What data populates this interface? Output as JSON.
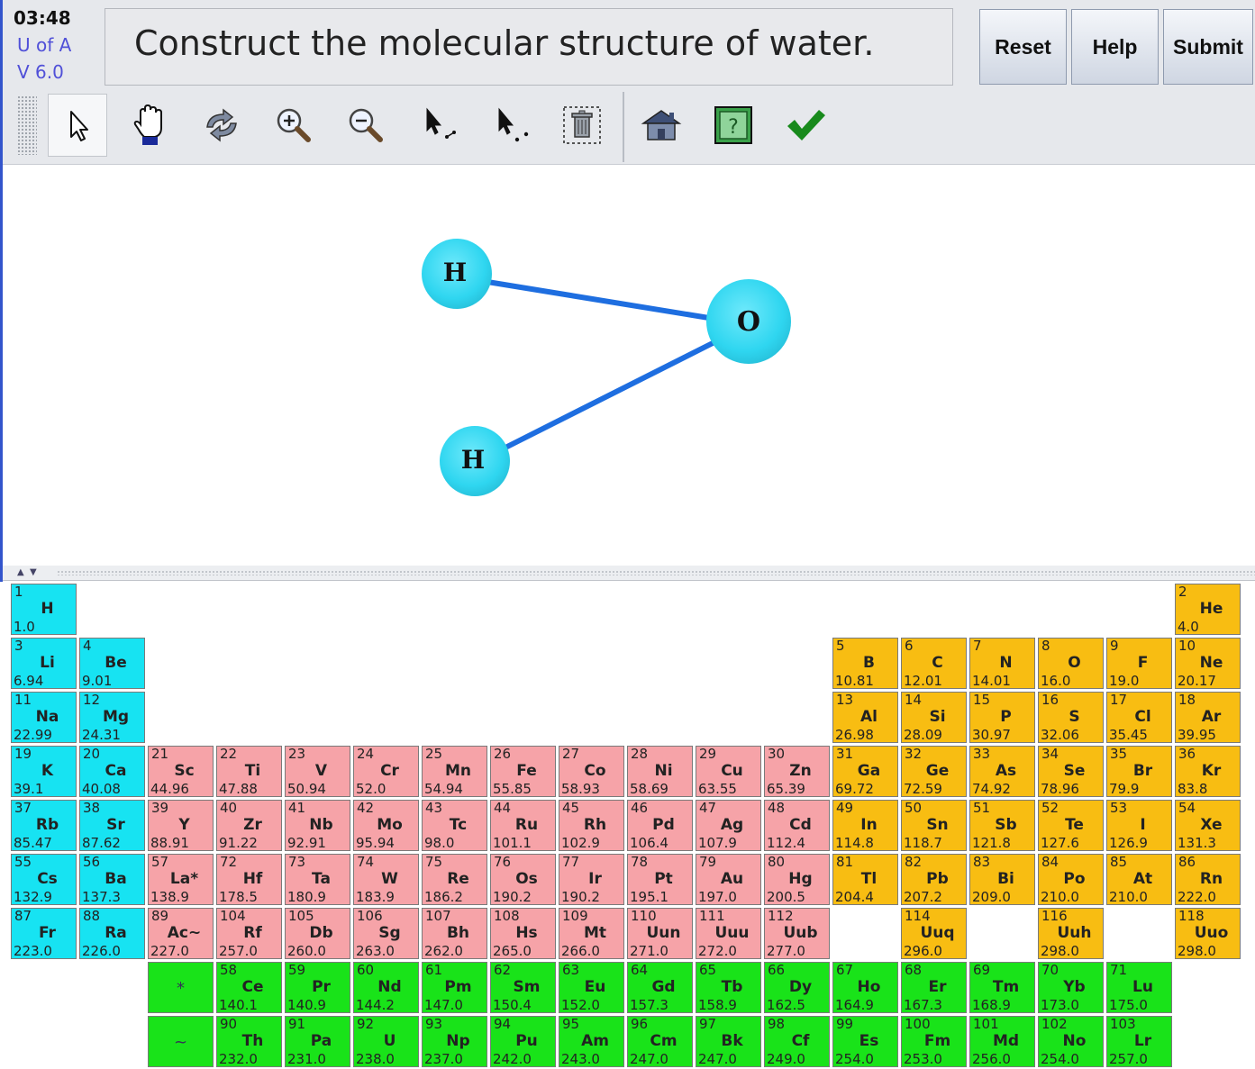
{
  "header": {
    "timer": "03:48",
    "org": "U of A",
    "version": "V 6.0",
    "title": "Construct the molecular structure of water.",
    "buttons": {
      "reset": "Reset",
      "help": "Help",
      "submit": "Submit"
    }
  },
  "toolbar": {
    "tools": [
      "select-arrow-icon",
      "hand-icon",
      "rotate-icon",
      "zoom-in-icon",
      "zoom-out-icon",
      "select-bond-icon",
      "select-atom-icon",
      "delete-icon",
      "home-icon",
      "hint-icon",
      "check-icon"
    ],
    "selected": "select-arrow-icon"
  },
  "molecule": {
    "atoms": [
      {
        "id": "h1",
        "element": "H"
      },
      {
        "id": "o",
        "element": "O"
      },
      {
        "id": "h2",
        "element": "H"
      }
    ],
    "bonds": [
      [
        "h1",
        "o"
      ],
      [
        "h2",
        "o"
      ]
    ]
  },
  "colors": {
    "main_group_s": "#17e3f2",
    "transition": "#f6a3a8",
    "main_group_p": "#f8bd12",
    "f_block": "#19e319",
    "atom": "#2fd6f0",
    "bond": "#1e6ee0"
  },
  "periodic_table": {
    "elements": [
      {
        "n": "1",
        "s": "H",
        "m": "1.0",
        "r": 1,
        "c": 1,
        "t": "blue"
      },
      {
        "n": "2",
        "s": "He",
        "m": "4.0",
        "r": 1,
        "c": 18,
        "t": "orange"
      },
      {
        "n": "3",
        "s": "Li",
        "m": "6.94",
        "r": 2,
        "c": 1,
        "t": "blue"
      },
      {
        "n": "4",
        "s": "Be",
        "m": "9.01",
        "r": 2,
        "c": 2,
        "t": "blue"
      },
      {
        "n": "5",
        "s": "B",
        "m": "10.81",
        "r": 2,
        "c": 13,
        "t": "orange"
      },
      {
        "n": "6",
        "s": "C",
        "m": "12.01",
        "r": 2,
        "c": 14,
        "t": "orange"
      },
      {
        "n": "7",
        "s": "N",
        "m": "14.01",
        "r": 2,
        "c": 15,
        "t": "orange"
      },
      {
        "n": "8",
        "s": "O",
        "m": "16.0",
        "r": 2,
        "c": 16,
        "t": "orange"
      },
      {
        "n": "9",
        "s": "F",
        "m": "19.0",
        "r": 2,
        "c": 17,
        "t": "orange"
      },
      {
        "n": "10",
        "s": "Ne",
        "m": "20.17",
        "r": 2,
        "c": 18,
        "t": "orange"
      },
      {
        "n": "11",
        "s": "Na",
        "m": "22.99",
        "r": 3,
        "c": 1,
        "t": "blue"
      },
      {
        "n": "12",
        "s": "Mg",
        "m": "24.31",
        "r": 3,
        "c": 2,
        "t": "blue"
      },
      {
        "n": "13",
        "s": "Al",
        "m": "26.98",
        "r": 3,
        "c": 13,
        "t": "orange"
      },
      {
        "n": "14",
        "s": "Si",
        "m": "28.09",
        "r": 3,
        "c": 14,
        "t": "orange"
      },
      {
        "n": "15",
        "s": "P",
        "m": "30.97",
        "r": 3,
        "c": 15,
        "t": "orange"
      },
      {
        "n": "16",
        "s": "S",
        "m": "32.06",
        "r": 3,
        "c": 16,
        "t": "orange"
      },
      {
        "n": "17",
        "s": "Cl",
        "m": "35.45",
        "r": 3,
        "c": 17,
        "t": "orange"
      },
      {
        "n": "18",
        "s": "Ar",
        "m": "39.95",
        "r": 3,
        "c": 18,
        "t": "orange"
      },
      {
        "n": "19",
        "s": "K",
        "m": "39.1",
        "r": 4,
        "c": 1,
        "t": "blue"
      },
      {
        "n": "20",
        "s": "Ca",
        "m": "40.08",
        "r": 4,
        "c": 2,
        "t": "blue"
      },
      {
        "n": "21",
        "s": "Sc",
        "m": "44.96",
        "r": 4,
        "c": 3,
        "t": "pink"
      },
      {
        "n": "22",
        "s": "Ti",
        "m": "47.88",
        "r": 4,
        "c": 4,
        "t": "pink"
      },
      {
        "n": "23",
        "s": "V",
        "m": "50.94",
        "r": 4,
        "c": 5,
        "t": "pink"
      },
      {
        "n": "24",
        "s": "Cr",
        "m": "52.0",
        "r": 4,
        "c": 6,
        "t": "pink"
      },
      {
        "n": "25",
        "s": "Mn",
        "m": "54.94",
        "r": 4,
        "c": 7,
        "t": "pink"
      },
      {
        "n": "26",
        "s": "Fe",
        "m": "55.85",
        "r": 4,
        "c": 8,
        "t": "pink"
      },
      {
        "n": "27",
        "s": "Co",
        "m": "58.93",
        "r": 4,
        "c": 9,
        "t": "pink"
      },
      {
        "n": "28",
        "s": "Ni",
        "m": "58.69",
        "r": 4,
        "c": 10,
        "t": "pink"
      },
      {
        "n": "29",
        "s": "Cu",
        "m": "63.55",
        "r": 4,
        "c": 11,
        "t": "pink"
      },
      {
        "n": "30",
        "s": "Zn",
        "m": "65.39",
        "r": 4,
        "c": 12,
        "t": "pink"
      },
      {
        "n": "31",
        "s": "Ga",
        "m": "69.72",
        "r": 4,
        "c": 13,
        "t": "orange"
      },
      {
        "n": "32",
        "s": "Ge",
        "m": "72.59",
        "r": 4,
        "c": 14,
        "t": "orange"
      },
      {
        "n": "33",
        "s": "As",
        "m": "74.92",
        "r": 4,
        "c": 15,
        "t": "orange"
      },
      {
        "n": "34",
        "s": "Se",
        "m": "78.96",
        "r": 4,
        "c": 16,
        "t": "orange"
      },
      {
        "n": "35",
        "s": "Br",
        "m": "79.9",
        "r": 4,
        "c": 17,
        "t": "orange"
      },
      {
        "n": "36",
        "s": "Kr",
        "m": "83.8",
        "r": 4,
        "c": 18,
        "t": "orange"
      },
      {
        "n": "37",
        "s": "Rb",
        "m": "85.47",
        "r": 5,
        "c": 1,
        "t": "blue"
      },
      {
        "n": "38",
        "s": "Sr",
        "m": "87.62",
        "r": 5,
        "c": 2,
        "t": "blue"
      },
      {
        "n": "39",
        "s": "Y",
        "m": "88.91",
        "r": 5,
        "c": 3,
        "t": "pink"
      },
      {
        "n": "40",
        "s": "Zr",
        "m": "91.22",
        "r": 5,
        "c": 4,
        "t": "pink"
      },
      {
        "n": "41",
        "s": "Nb",
        "m": "92.91",
        "r": 5,
        "c": 5,
        "t": "pink"
      },
      {
        "n": "42",
        "s": "Mo",
        "m": "95.94",
        "r": 5,
        "c": 6,
        "t": "pink"
      },
      {
        "n": "43",
        "s": "Tc",
        "m": "98.0",
        "r": 5,
        "c": 7,
        "t": "pink"
      },
      {
        "n": "44",
        "s": "Ru",
        "m": "101.1",
        "r": 5,
        "c": 8,
        "t": "pink"
      },
      {
        "n": "45",
        "s": "Rh",
        "m": "102.9",
        "r": 5,
        "c": 9,
        "t": "pink"
      },
      {
        "n": "46",
        "s": "Pd",
        "m": "106.4",
        "r": 5,
        "c": 10,
        "t": "pink"
      },
      {
        "n": "47",
        "s": "Ag",
        "m": "107.9",
        "r": 5,
        "c": 11,
        "t": "pink"
      },
      {
        "n": "48",
        "s": "Cd",
        "m": "112.4",
        "r": 5,
        "c": 12,
        "t": "pink"
      },
      {
        "n": "49",
        "s": "In",
        "m": "114.8",
        "r": 5,
        "c": 13,
        "t": "orange"
      },
      {
        "n": "50",
        "s": "Sn",
        "m": "118.7",
        "r": 5,
        "c": 14,
        "t": "orange"
      },
      {
        "n": "51",
        "s": "Sb",
        "m": "121.8",
        "r": 5,
        "c": 15,
        "t": "orange"
      },
      {
        "n": "52",
        "s": "Te",
        "m": "127.6",
        "r": 5,
        "c": 16,
        "t": "orange"
      },
      {
        "n": "53",
        "s": "I",
        "m": "126.9",
        "r": 5,
        "c": 17,
        "t": "orange"
      },
      {
        "n": "54",
        "s": "Xe",
        "m": "131.3",
        "r": 5,
        "c": 18,
        "t": "orange"
      },
      {
        "n": "55",
        "s": "Cs",
        "m": "132.9",
        "r": 6,
        "c": 1,
        "t": "blue"
      },
      {
        "n": "56",
        "s": "Ba",
        "m": "137.3",
        "r": 6,
        "c": 2,
        "t": "blue"
      },
      {
        "n": "57",
        "s": "La*",
        "m": "138.9",
        "r": 6,
        "c": 3,
        "t": "pink"
      },
      {
        "n": "72",
        "s": "Hf",
        "m": "178.5",
        "r": 6,
        "c": 4,
        "t": "pink"
      },
      {
        "n": "73",
        "s": "Ta",
        "m": "180.9",
        "r": 6,
        "c": 5,
        "t": "pink"
      },
      {
        "n": "74",
        "s": "W",
        "m": "183.9",
        "r": 6,
        "c": 6,
        "t": "pink"
      },
      {
        "n": "75",
        "s": "Re",
        "m": "186.2",
        "r": 6,
        "c": 7,
        "t": "pink"
      },
      {
        "n": "76",
        "s": "Os",
        "m": "190.2",
        "r": 6,
        "c": 8,
        "t": "pink"
      },
      {
        "n": "77",
        "s": "Ir",
        "m": "190.2",
        "r": 6,
        "c": 9,
        "t": "pink"
      },
      {
        "n": "78",
        "s": "Pt",
        "m": "195.1",
        "r": 6,
        "c": 10,
        "t": "pink"
      },
      {
        "n": "79",
        "s": "Au",
        "m": "197.0",
        "r": 6,
        "c": 11,
        "t": "pink"
      },
      {
        "n": "80",
        "s": "Hg",
        "m": "200.5",
        "r": 6,
        "c": 12,
        "t": "pink"
      },
      {
        "n": "81",
        "s": "Tl",
        "m": "204.4",
        "r": 6,
        "c": 13,
        "t": "orange"
      },
      {
        "n": "82",
        "s": "Pb",
        "m": "207.2",
        "r": 6,
        "c": 14,
        "t": "orange"
      },
      {
        "n": "83",
        "s": "Bi",
        "m": "209.0",
        "r": 6,
        "c": 15,
        "t": "orange"
      },
      {
        "n": "84",
        "s": "Po",
        "m": "210.0",
        "r": 6,
        "c": 16,
        "t": "orange"
      },
      {
        "n": "85",
        "s": "At",
        "m": "210.0",
        "r": 6,
        "c": 17,
        "t": "orange"
      },
      {
        "n": "86",
        "s": "Rn",
        "m": "222.0",
        "r": 6,
        "c": 18,
        "t": "orange"
      },
      {
        "n": "87",
        "s": "Fr",
        "m": "223.0",
        "r": 7,
        "c": 1,
        "t": "blue"
      },
      {
        "n": "88",
        "s": "Ra",
        "m": "226.0",
        "r": 7,
        "c": 2,
        "t": "blue"
      },
      {
        "n": "89",
        "s": "Ac~",
        "m": "227.0",
        "r": 7,
        "c": 3,
        "t": "pink"
      },
      {
        "n": "104",
        "s": "Rf",
        "m": "257.0",
        "r": 7,
        "c": 4,
        "t": "pink"
      },
      {
        "n": "105",
        "s": "Db",
        "m": "260.0",
        "r": 7,
        "c": 5,
        "t": "pink"
      },
      {
        "n": "106",
        "s": "Sg",
        "m": "263.0",
        "r": 7,
        "c": 6,
        "t": "pink"
      },
      {
        "n": "107",
        "s": "Bh",
        "m": "262.0",
        "r": 7,
        "c": 7,
        "t": "pink"
      },
      {
        "n": "108",
        "s": "Hs",
        "m": "265.0",
        "r": 7,
        "c": 8,
        "t": "pink"
      },
      {
        "n": "109",
        "s": "Mt",
        "m": "266.0",
        "r": 7,
        "c": 9,
        "t": "pink"
      },
      {
        "n": "110",
        "s": "Uun",
        "m": "271.0",
        "r": 7,
        "c": 10,
        "t": "pink"
      },
      {
        "n": "111",
        "s": "Uuu",
        "m": "272.0",
        "r": 7,
        "c": 11,
        "t": "pink"
      },
      {
        "n": "112",
        "s": "Uub",
        "m": "277.0",
        "r": 7,
        "c": 12,
        "t": "pink"
      },
      {
        "n": "114",
        "s": "Uuq",
        "m": "296.0",
        "r": 7,
        "c": 14,
        "t": "orange"
      },
      {
        "n": "116",
        "s": "Uuh",
        "m": "298.0",
        "r": 7,
        "c": 16,
        "t": "orange"
      },
      {
        "n": "118",
        "s": "Uuo",
        "m": "298.0",
        "r": 7,
        "c": 18,
        "t": "orange"
      },
      {
        "n": "",
        "s": "*",
        "m": "",
        "r": 8,
        "c": 3,
        "t": "green"
      },
      {
        "n": "58",
        "s": "Ce",
        "m": "140.1",
        "r": 8,
        "c": 4,
        "t": "green"
      },
      {
        "n": "59",
        "s": "Pr",
        "m": "140.9",
        "r": 8,
        "c": 5,
        "t": "green"
      },
      {
        "n": "60",
        "s": "Nd",
        "m": "144.2",
        "r": 8,
        "c": 6,
        "t": "green"
      },
      {
        "n": "61",
        "s": "Pm",
        "m": "147.0",
        "r": 8,
        "c": 7,
        "t": "green"
      },
      {
        "n": "62",
        "s": "Sm",
        "m": "150.4",
        "r": 8,
        "c": 8,
        "t": "green"
      },
      {
        "n": "63",
        "s": "Eu",
        "m": "152.0",
        "r": 8,
        "c": 9,
        "t": "green"
      },
      {
        "n": "64",
        "s": "Gd",
        "m": "157.3",
        "r": 8,
        "c": 10,
        "t": "green"
      },
      {
        "n": "65",
        "s": "Tb",
        "m": "158.9",
        "r": 8,
        "c": 11,
        "t": "green"
      },
      {
        "n": "66",
        "s": "Dy",
        "m": "162.5",
        "r": 8,
        "c": 12,
        "t": "green"
      },
      {
        "n": "67",
        "s": "Ho",
        "m": "164.9",
        "r": 8,
        "c": 13,
        "t": "green"
      },
      {
        "n": "68",
        "s": "Er",
        "m": "167.3",
        "r": 8,
        "c": 14,
        "t": "green"
      },
      {
        "n": "69",
        "s": "Tm",
        "m": "168.9",
        "r": 8,
        "c": 15,
        "t": "green"
      },
      {
        "n": "70",
        "s": "Yb",
        "m": "173.0",
        "r": 8,
        "c": 16,
        "t": "green"
      },
      {
        "n": "71",
        "s": "Lu",
        "m": "175.0",
        "r": 8,
        "c": 17,
        "t": "green"
      },
      {
        "n": "",
        "s": "~",
        "m": "",
        "r": 9,
        "c": 3,
        "t": "green"
      },
      {
        "n": "90",
        "s": "Th",
        "m": "232.0",
        "r": 9,
        "c": 4,
        "t": "green"
      },
      {
        "n": "91",
        "s": "Pa",
        "m": "231.0",
        "r": 9,
        "c": 5,
        "t": "green"
      },
      {
        "n": "92",
        "s": "U",
        "m": "238.0",
        "r": 9,
        "c": 6,
        "t": "green"
      },
      {
        "n": "93",
        "s": "Np",
        "m": "237.0",
        "r": 9,
        "c": 7,
        "t": "green"
      },
      {
        "n": "94",
        "s": "Pu",
        "m": "242.0",
        "r": 9,
        "c": 8,
        "t": "green"
      },
      {
        "n": "95",
        "s": "Am",
        "m": "243.0",
        "r": 9,
        "c": 9,
        "t": "green"
      },
      {
        "n": "96",
        "s": "Cm",
        "m": "247.0",
        "r": 9,
        "c": 10,
        "t": "green"
      },
      {
        "n": "97",
        "s": "Bk",
        "m": "247.0",
        "r": 9,
        "c": 11,
        "t": "green"
      },
      {
        "n": "98",
        "s": "Cf",
        "m": "249.0",
        "r": 9,
        "c": 12,
        "t": "green"
      },
      {
        "n": "99",
        "s": "Es",
        "m": "254.0",
        "r": 9,
        "c": 13,
        "t": "green"
      },
      {
        "n": "100",
        "s": "Fm",
        "m": "253.0",
        "r": 9,
        "c": 14,
        "t": "green"
      },
      {
        "n": "101",
        "s": "Md",
        "m": "256.0",
        "r": 9,
        "c": 15,
        "t": "green"
      },
      {
        "n": "102",
        "s": "No",
        "m": "254.0",
        "r": 9,
        "c": 16,
        "t": "green"
      },
      {
        "n": "103",
        "s": "Lr",
        "m": "257.0",
        "r": 9,
        "c": 17,
        "t": "green"
      }
    ]
  }
}
